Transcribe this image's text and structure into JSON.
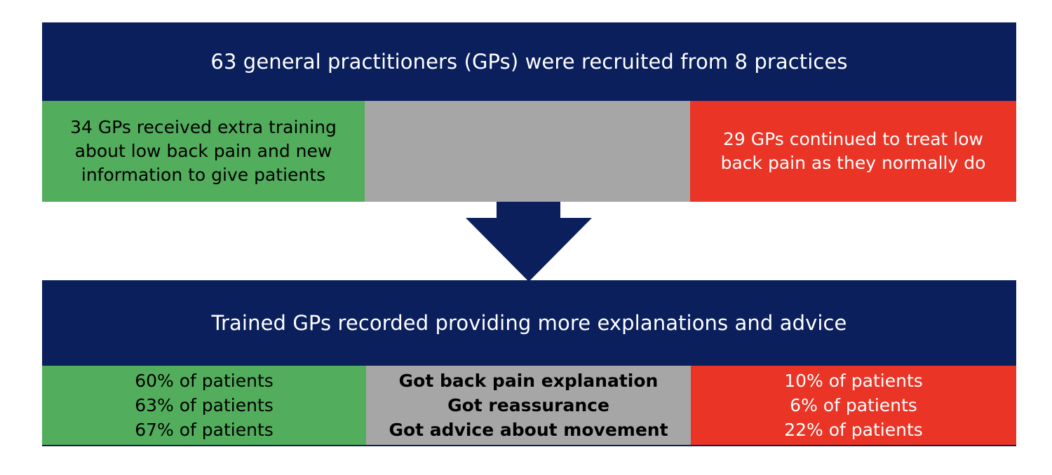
{
  "colors": {
    "navy": "#0a1f5c",
    "green": "#52ad5c",
    "grey": "#a6a6a6",
    "red": "#e93426"
  },
  "top_banner": {
    "text": "63 general practitioners (GPs) were recruited from 8 practices"
  },
  "top_row": {
    "left_lines": [
      "34 GPs received extra training",
      "about low back pain and new",
      "information to give patients"
    ],
    "right_lines": [
      "29 GPs continued to treat low",
      "back pain as they normally do"
    ]
  },
  "arrow": {
    "icon": "down-arrow-icon"
  },
  "bottom_banner": {
    "text": "Trained GPs recorded providing more explanations and advice"
  },
  "bottom_row": {
    "trained": [
      "60% of patients",
      "63% of patients",
      "67% of patients"
    ],
    "outcomes": [
      "Got back pain explanation",
      "Got reassurance",
      "Got advice about movement"
    ],
    "usual_care": [
      "10% of patients",
      "6% of patients",
      "22% of patients"
    ]
  }
}
